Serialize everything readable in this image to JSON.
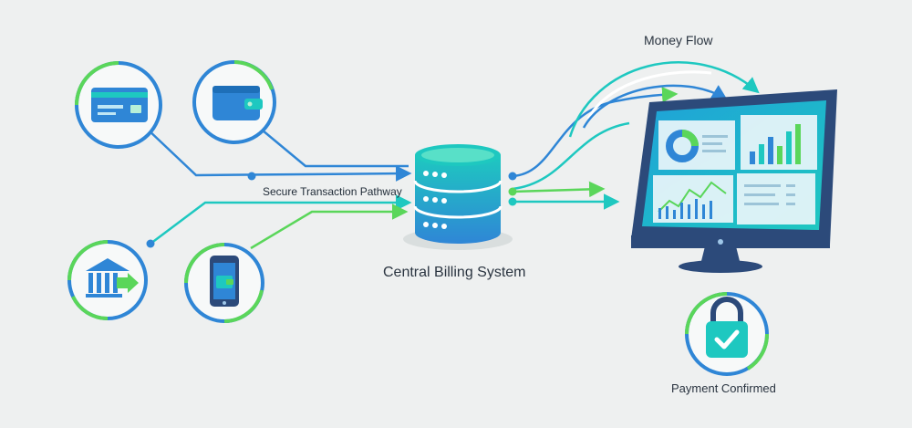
{
  "diagram": {
    "labels": {
      "secure_pathway": "Secure Transaction Pathway",
      "central_system": "Central Billing System",
      "money_flow": "Money Flow",
      "payment_confirmed": "Payment Confirmed"
    },
    "nodes": [
      {
        "id": "credit-card",
        "icon": "credit-card-icon"
      },
      {
        "id": "wallet",
        "icon": "wallet-icon"
      },
      {
        "id": "bank",
        "icon": "bank-icon"
      },
      {
        "id": "mobile-phone",
        "icon": "mobile-wallet-icon"
      },
      {
        "id": "central-billing-system",
        "icon": "database-icon"
      },
      {
        "id": "dashboard-monitor",
        "icon": "monitor-icon"
      },
      {
        "id": "payment-confirmed",
        "icon": "padlock-check-icon"
      }
    ],
    "edges": [
      {
        "from": "credit-card",
        "to": "central-billing-system"
      },
      {
        "from": "wallet",
        "to": "central-billing-system"
      },
      {
        "from": "bank",
        "to": "central-billing-system"
      },
      {
        "from": "mobile-phone",
        "to": "central-billing-system"
      },
      {
        "from": "central-billing-system",
        "to": "dashboard-monitor"
      }
    ],
    "colors": {
      "blue": "#2f86d6",
      "teal": "#1ec8c0",
      "green": "#5ad65a",
      "navy": "#2c4a7a",
      "background": "#eef0f0"
    }
  }
}
